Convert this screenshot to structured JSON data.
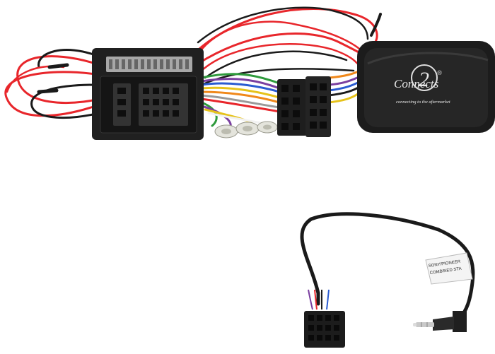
{
  "logo": {
    "numeral": "2",
    "brand": "Connects",
    "registered_mark": "®",
    "tagline": "connecting to the aftermarket"
  },
  "cable_label": {
    "line1": "SONY/PIONEER",
    "line2": "COMBINED STA"
  },
  "colors": {
    "background": "#ffffff",
    "red_wire": "#e8262b",
    "black_wire": "#1a1a1a",
    "connector_body": "#202020",
    "module_body": "#1c1c1c",
    "green_wire": "#2e9a3c",
    "purple_wire": "#7a3fa0",
    "blue_wire": "#2a5bd1",
    "yellow_wire": "#e6c21a",
    "orange_wire": "#f0881a",
    "white_wire": "#f2f2f2",
    "grey_wire": "#9a9a9a",
    "jack_metal": "#c9c9c9"
  }
}
